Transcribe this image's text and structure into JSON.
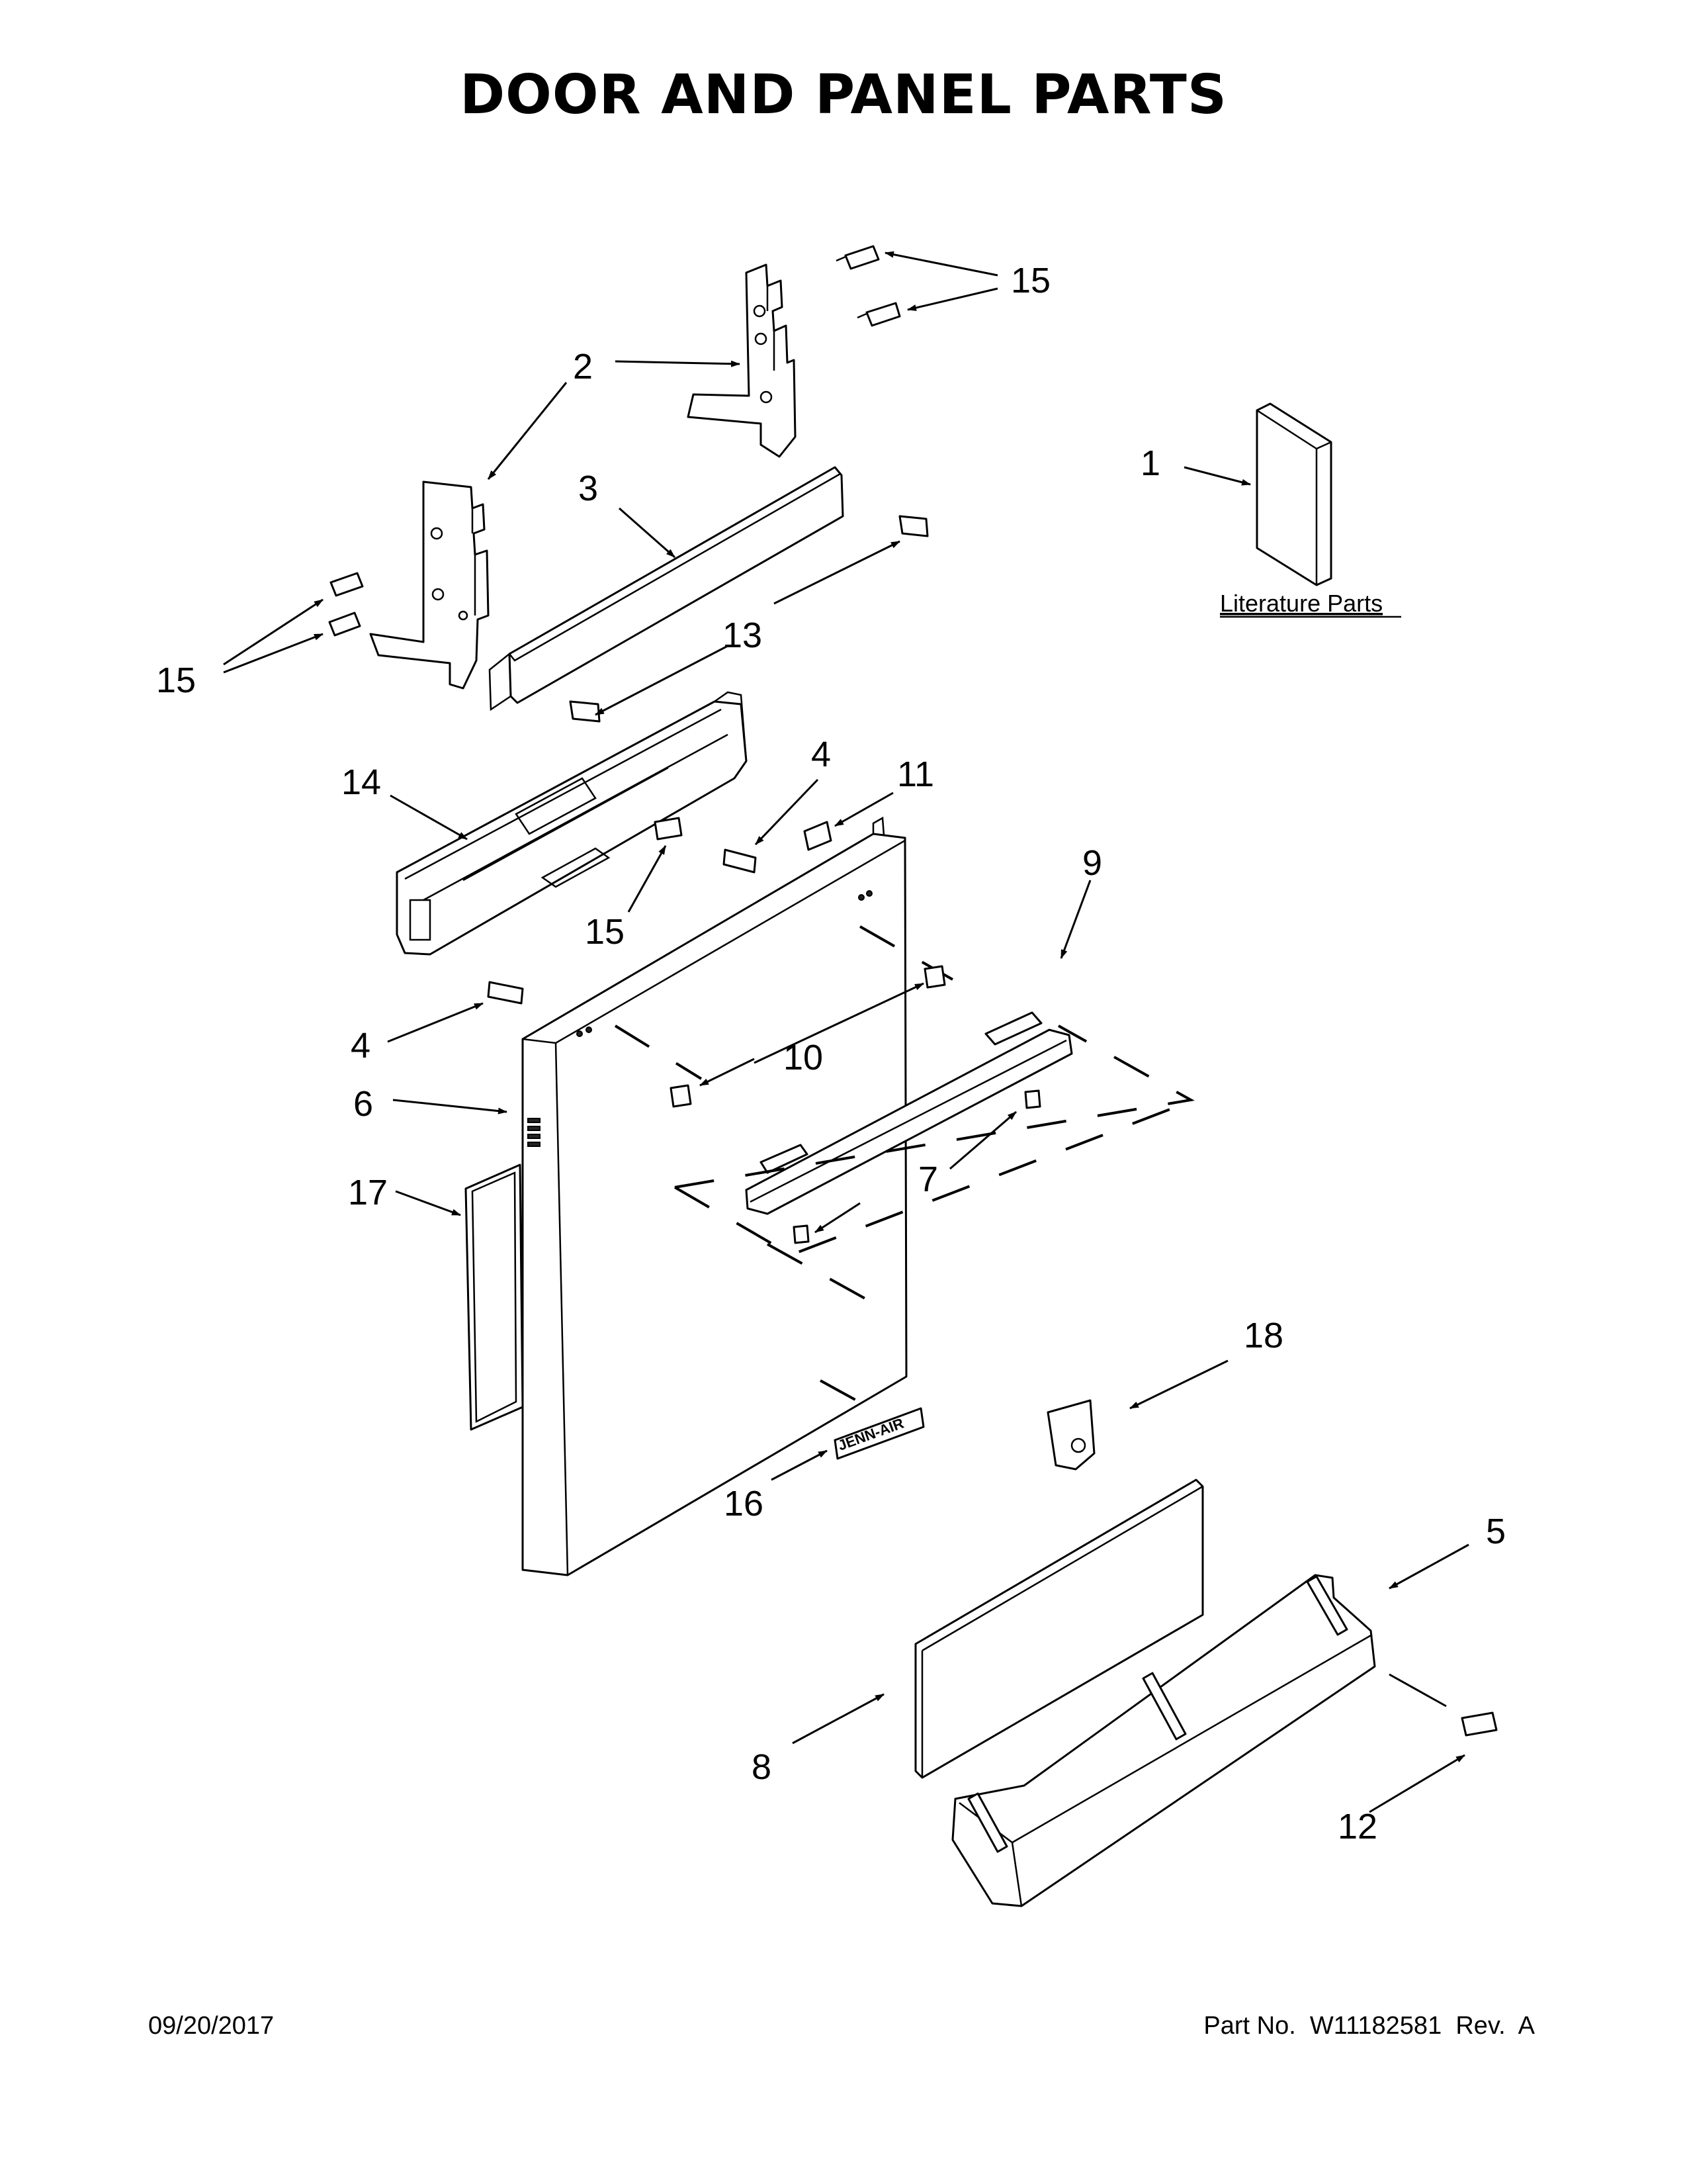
{
  "title": "DOOR AND PANEL PARTS",
  "callouts": {
    "c1": "1",
    "c2": "2",
    "c3": "3",
    "c4a": "4",
    "c4b": "4",
    "c5": "5",
    "c6": "6",
    "c7": "7",
    "c8": "8",
    "c9": "9",
    "c10": "10",
    "c11": "11",
    "c12": "12",
    "c13": "13",
    "c14": "14",
    "c15a": "15",
    "c15b": "15",
    "c15c": "15",
    "c16": "16",
    "c17": "17",
    "c18": "18"
  },
  "literature_label": "Literature Parts",
  "badge_text": "JENN-AIR",
  "footer": {
    "date": "09/20/2017",
    "part_number": "Part No.  W11182581  Rev.  A"
  }
}
